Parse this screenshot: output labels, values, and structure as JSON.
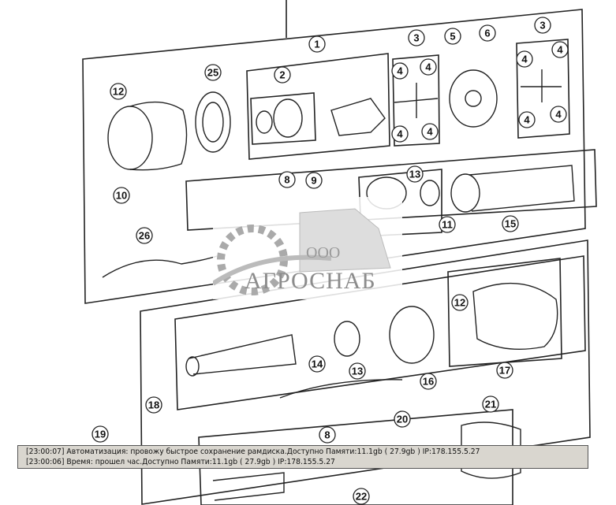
{
  "diagram": {
    "callouts": [
      "1",
      "2",
      "3",
      "3",
      "4",
      "4",
      "4",
      "4",
      "4",
      "4",
      "4",
      "4",
      "5",
      "6",
      "8",
      "8",
      "9",
      "10",
      "11",
      "12",
      "12",
      "13",
      "13",
      "14",
      "15",
      "16",
      "17",
      "18",
      "19",
      "20",
      "21",
      "22",
      "25",
      "26"
    ]
  },
  "watermark": {
    "prefix": "ООО",
    "name": "АГРОСНАБ"
  },
  "log": {
    "lines": [
      "[23:00:07]  Автоматизация: провожу быстрое сохранение рамдиска.Доступно Памяти:11.1gb  ( 27.9gb ) IP:178.155.5.27",
      "[23:00:06]  Время: прошел час.Доступно Памяти:11.1gb  ( 27.9gb ) IP:178.155.5.27"
    ]
  }
}
